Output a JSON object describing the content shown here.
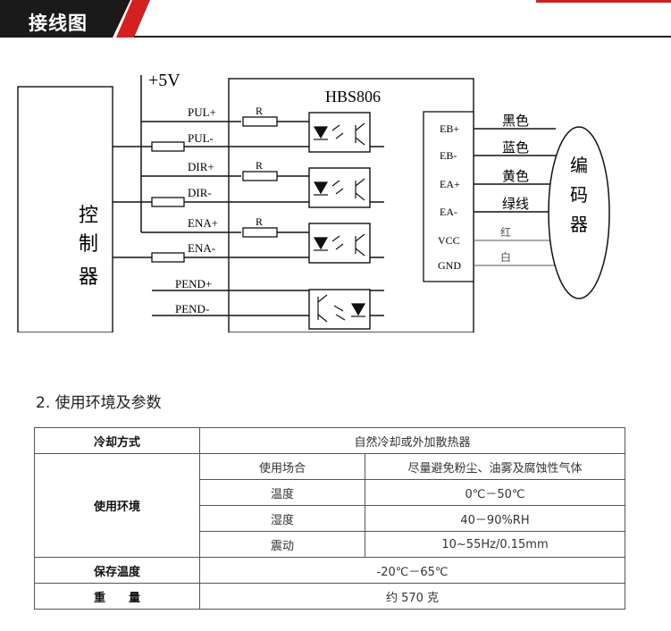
{
  "header": {
    "title": "接线图"
  },
  "diagram": {
    "controller": [
      "控",
      "制",
      "器"
    ],
    "supply": "+5V",
    "driver": "HBS806",
    "resistor": "R",
    "inputs": [
      "PUL+",
      "PUL-",
      "DIR+",
      "DIR-",
      "ENA+",
      "ENA-"
    ],
    "alarm": [
      "PEND+",
      "PEND-"
    ],
    "encoder_pins": [
      "EB+",
      "EB-",
      "EA+",
      "EA-",
      "VCC",
      "GND"
    ],
    "wires": [
      "黑色",
      "蓝色",
      "黄色",
      "绿线",
      "红",
      "白"
    ],
    "encoder": [
      "编",
      "码",
      "器"
    ]
  },
  "section": {
    "title": "2. 使用环境及参数"
  },
  "table": {
    "cooling_label": "冷却方式",
    "cooling_value": "自然冷却或外加散热器",
    "env_label": "使用环境",
    "env_rows": [
      {
        "k": "使用场合",
        "v": "尽量避免粉尘、油雾及腐蚀性气体"
      },
      {
        "k": "温度",
        "v": "0℃－50℃"
      },
      {
        "k": "湿度",
        "v": "40－90%RH"
      },
      {
        "k": "震动",
        "v": "10~55Hz/0.15mm"
      }
    ],
    "storage_label": "保存温度",
    "storage_value": "-20℃－65℃",
    "weight_label": "重　　量",
    "weight_value": "约 570 克"
  }
}
